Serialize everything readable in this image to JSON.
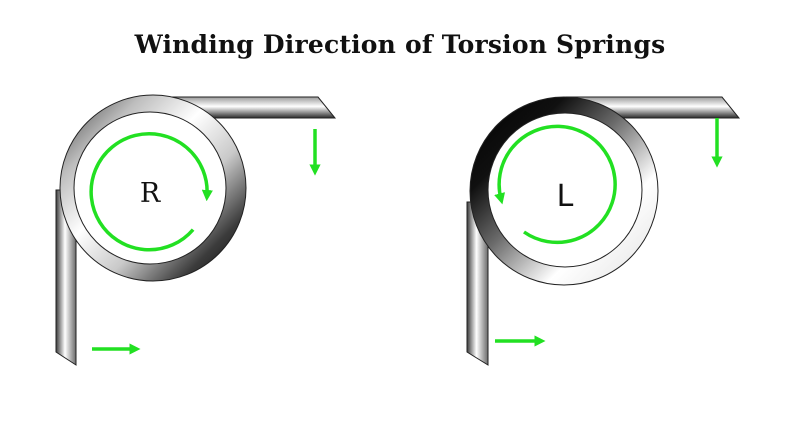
{
  "title": "Winding Direction of Torsion Springs",
  "springs": [
    {
      "id": "right-hand",
      "label": "R",
      "winding": "clockwise"
    },
    {
      "id": "left-hand",
      "label": "L",
      "winding": "counterclockwise"
    }
  ],
  "colors": {
    "arrow": "#22e022",
    "metal_light": "#ffffff",
    "metal_dark": "#000000",
    "outline": "#222222",
    "text": "#111111"
  }
}
